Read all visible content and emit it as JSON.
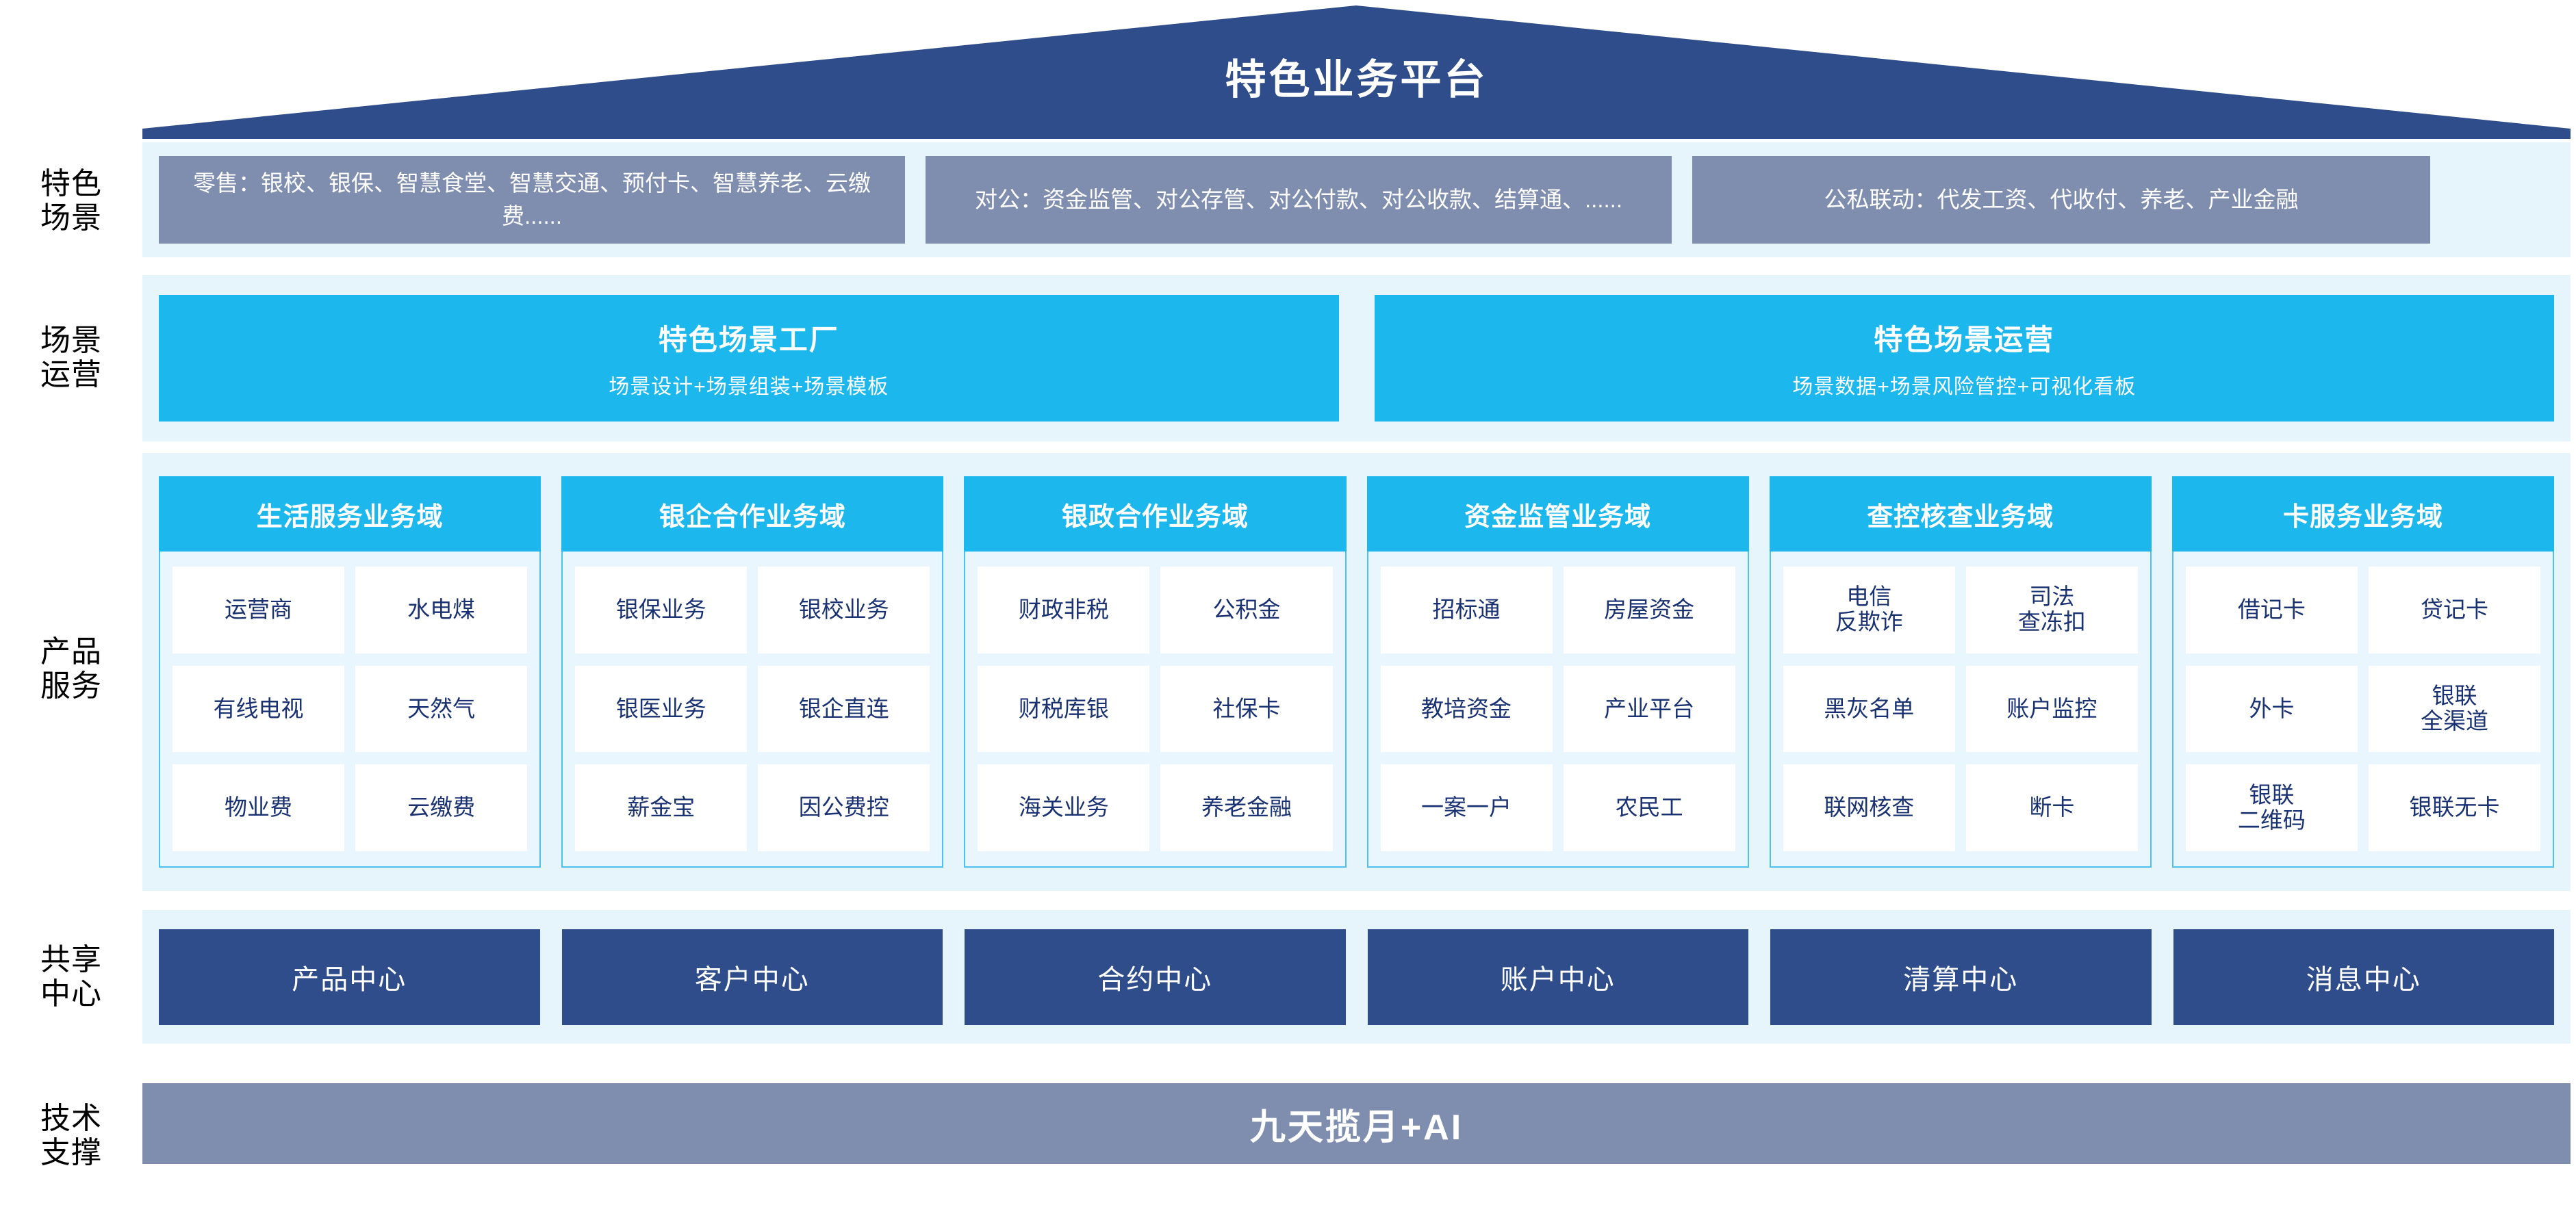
{
  "roof": {
    "title": "特色业务平台"
  },
  "rows": {
    "scenario": {
      "label": "特色\n场景",
      "boxes": [
        "零售：银校、银保、智慧食堂、智慧交通、预付卡、智慧养老、云缴费......",
        "对公：资金监管、对公存管、对公付款、对公收款、结算通、......",
        "公私联动：代发工资、代收付、养老、产业金融"
      ]
    },
    "operations": {
      "label": "场景\n运营",
      "boxes": [
        {
          "title": "特色场景工厂",
          "sub": "场景设计+场景组装+场景模板"
        },
        {
          "title": "特色场景运营",
          "sub": "场景数据+场景风险管控+可视化看板"
        }
      ]
    },
    "products": {
      "label": "产品\n服务",
      "domains": [
        {
          "title": "生活服务业务域",
          "cells": [
            "运营商",
            "水电煤",
            "有线电视",
            "天然气",
            "物业费",
            "云缴费"
          ]
        },
        {
          "title": "银企合作业务域",
          "cells": [
            "银保业务",
            "银校业务",
            "银医业务",
            "银企直连",
            "薪金宝",
            "因公费控"
          ]
        },
        {
          "title": "银政合作业务域",
          "cells": [
            "财政非税",
            "公积金",
            "财税库银",
            "社保卡",
            "海关业务",
            "养老金融"
          ]
        },
        {
          "title": "资金监管业务域",
          "cells": [
            "招标通",
            "房屋资金",
            "教培资金",
            "产业平台",
            "一案一户",
            "农民工"
          ]
        },
        {
          "title": "查控核查业务域",
          "cells": [
            "电信\n反欺诈",
            "司法\n查冻扣",
            "黑灰名单",
            "账户监控",
            "联网核查",
            "断卡"
          ]
        },
        {
          "title": "卡服务业务域",
          "cells": [
            "借记卡",
            "贷记卡",
            "外卡",
            "银联\n全渠道",
            "银联\n二维码",
            "银联无卡"
          ]
        }
      ]
    },
    "shared": {
      "label": "共享\n中心",
      "boxes": [
        "产品中心",
        "客户中心",
        "合约中心",
        "账户中心",
        "清算中心",
        "消息中心"
      ]
    },
    "tech": {
      "label": "技术\n支撑",
      "bar": "九天揽月+AI"
    }
  },
  "colors": {
    "roof_navy": "#2f4d8a",
    "band_light": "#e6f4fc",
    "slate": "#7f8eae",
    "cyan": "#1cb7ec",
    "deep_navy": "#2f4d8a",
    "cell_text": "#1a3272"
  }
}
